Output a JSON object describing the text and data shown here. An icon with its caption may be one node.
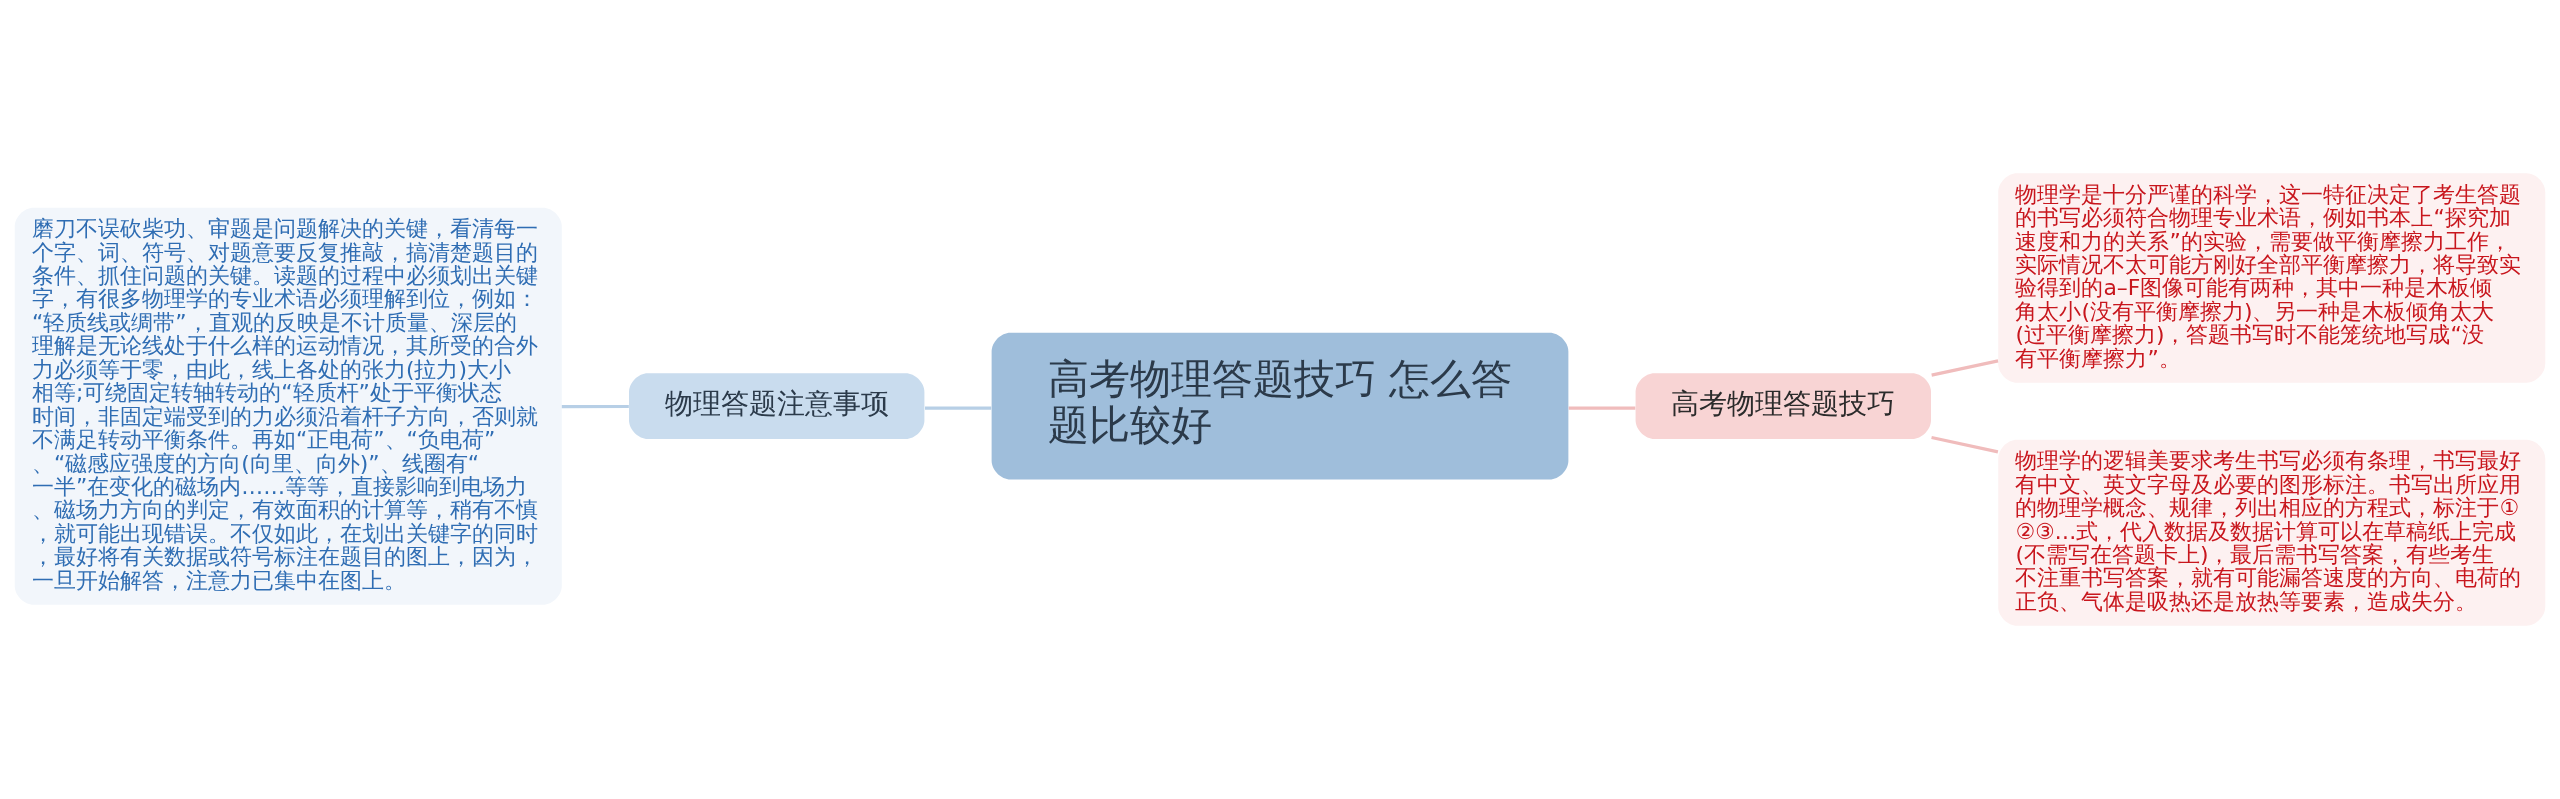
{
  "diagram": {
    "nodes": [
      {
        "text": [
          "高考物理答题技巧 怎么答题比较好"
        ]
      },
      {
        "text": [
          "物理答题注意事项"
        ]
      },
      {
        "text": [
          "磨刀不误砍柴功、审题是问题解决的关键，看清每一个字、词、符号、对题意要反复推敲，搞清楚题目的条件、抓住问题的关键。读题的过程中必须划出关键字，有很多物理学的专业术语必须理解到位，例如：“轻质线或绸带”，直观的反映是不计质量、深层的理解是无论线处于什么样的运动情况，其所受的合外力必须等于零，由此，线上各处的张力(拉力)大小相等;可绕固定转轴转动的“轻质杆”处于平衡状态时间，非固定端受到的力必须沿着杆子方向，否则就不满足转动平衡条件。再如“正电荷”、“负电荷”、“磁感应强度的方向(向里、向外)”、线圈有“一半”在变化的磁场内……等等，直接影响到电场力、磁场力方向的判定，有效面积的计算等，稍有不慎，就可能出现错误。不仅如此，在划出关键字的同时，最好将有关数据或符号标注在题目的图上，因为，一旦开始解答，注意力已集中在图上。"
        ]
      },
      {
        "text": [
          "高考物理答题技巧"
        ]
      },
      {
        "text": [
          "物理学是十分严谨的科学，这一特征决定了考生答题的书写必须符合物理专业术语，例如书本上“探究加速度和力的关系”的实验，需要做平衡摩擦力工作，实际情况不太可能方刚好全部平衡摩擦力，将导致实验得到的a–F图像可能有两种，其中一种是木板倾角太小(没有平衡摩擦力)、另一种是木板倾角太大(过平衡摩擦力)，答题书写时不能笼统地写成“没有平衡摩擦力”。"
        ]
      },
      {
        "text": [
          "物理学的逻辑美要求考生书写必须有条理，书写最好有中文、英文字母及必要的图形标注。书写出所应用的物理学概念、规律，列出相应的方程式，标注于①②③…式，代入数据及数据计算可以在草稿纸上完成(不需写在答题卡上)，最后需书写答案，有些考生不注重书写答案，就有可能漏答速度的方向、电荷的正负、气体是吸热还是放热等要素，造成失分。"
        ]
      }
    ],
    "edges": [
      {
        "from": 0,
        "to": 1,
        "arrow": "none",
        "color": "#b7cfe6"
      },
      {
        "from": 1,
        "to": 2,
        "arrow": "none",
        "color": "#b7cfe6"
      },
      {
        "from": 0,
        "to": 3,
        "arrow": "none"
      },
      {
        "from": 3,
        "to": 4,
        "arrow": "none"
      },
      {
        "from": 3,
        "to": 5,
        "arrow": "none"
      }
    ]
  }
}
